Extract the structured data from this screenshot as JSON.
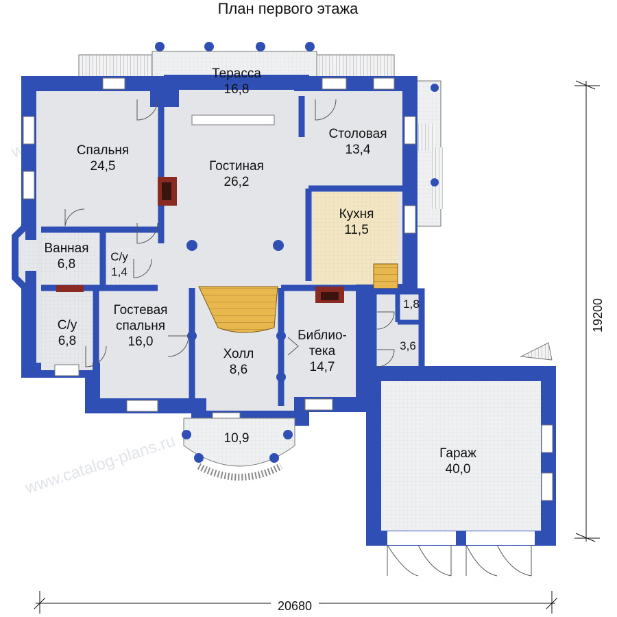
{
  "title": "План первого этажа",
  "dimensions": {
    "width": "20680",
    "height": "19200"
  },
  "watermark": "www.catalog-plans.ru",
  "colors": {
    "wall": "#2f4fb4",
    "floor": "#e3e5e8",
    "terrace": "#eef0f1",
    "kitchen": "#f2e6c4",
    "stairs": "#e8b84e",
    "fireplace": "#8a2b23",
    "column": "#2f4fb4",
    "text": "#111111"
  },
  "rooms": {
    "terrace_top": {
      "name": "Терасса",
      "area": "16,8"
    },
    "dining": {
      "name": "Столовая",
      "area": "13,4"
    },
    "bedroom": {
      "name": "Спальня",
      "area": "24,5"
    },
    "living": {
      "name": "Гостиная",
      "area": "26,2"
    },
    "kitchen": {
      "name": "Кухня",
      "area": "11,5"
    },
    "bath": {
      "name": "Ванная",
      "area": "6,8"
    },
    "wc_small": {
      "name": "С/у",
      "area": "1,4"
    },
    "wc": {
      "name": "С/у",
      "area": "6,8"
    },
    "guest": {
      "name_line1": "Гостевая",
      "name_line2": "спальня",
      "area": "16,0"
    },
    "hall": {
      "name": "Холл",
      "area": "8,6"
    },
    "library": {
      "name_line1": "Библио-",
      "name_line2": "тека",
      "area": "14,7"
    },
    "closet_a": {
      "area": "1,8"
    },
    "closet_b": {
      "area": "3,6"
    },
    "porch": {
      "area": "10,9"
    },
    "garage": {
      "name": "Гараж",
      "area": "40,0"
    }
  }
}
